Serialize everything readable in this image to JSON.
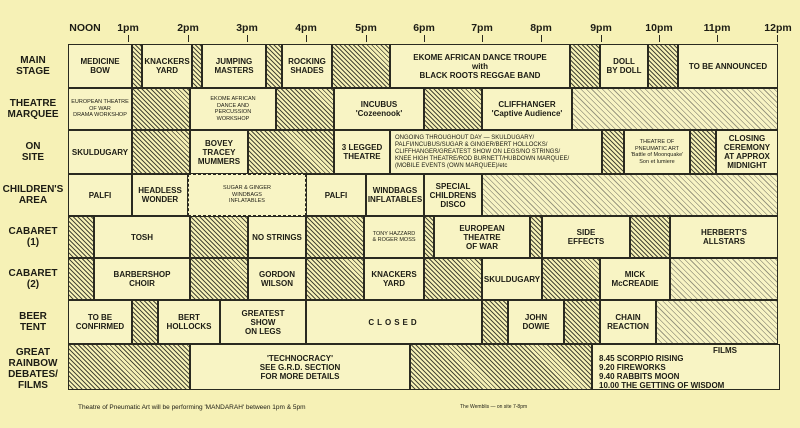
{
  "times": [
    "NOON",
    "1pm",
    "2pm",
    "3pm",
    "4pm",
    "5pm",
    "6pm",
    "7pm",
    "8pm",
    "9pm",
    "10pm",
    "11pm",
    "12pm"
  ],
  "rows": [
    {
      "id": "main-stage",
      "label": "MAIN\nSTAGE"
    },
    {
      "id": "theatre-marquee",
      "label": "THEATRE\nMARQUEE"
    },
    {
      "id": "on-site",
      "label": "ON\nSITE"
    },
    {
      "id": "childrens-area",
      "label": "CHILDREN'S\nAREA"
    },
    {
      "id": "cabaret-1",
      "label": "CABARET\n(1)"
    },
    {
      "id": "cabaret-2",
      "label": "CABARET\n(2)"
    },
    {
      "id": "beer-tent",
      "label": "BEER\nTENT"
    },
    {
      "id": "great-rainbow",
      "label": "GREAT\nRAINBOW\nDEBATES/\nFILMS"
    }
  ],
  "cells": {
    "medicine_bow": "MEDICINE\nBOW",
    "knackers_yard_main": "KNACKERS\nYARD",
    "jumping_masters": "JUMPING\nMASTERS",
    "rocking_shades": "ROCKING\nSHADES",
    "ekome": "EKOME AFRICAN DANCE TROUPE\nwith\nBLACK ROOTS REGGAE BAND",
    "doll_by_doll": "DOLL\nBY DOLL",
    "tba": "TO BE ANNOUNCED",
    "european_workshop": "EUROPEAN THEATRE\nOF WAR\nDRAMA WORKSHOP",
    "ekome_workshop": "EKOME AFRICAN\nDANCE AND\nPERCUSSION\nWORKSHOP",
    "incubus": "INCUBUS\n'Cozeenook'",
    "cliffhanger": "CLIFFHANGER\n'Captive Audience'",
    "skuldugary_onsite": "SKULDUGARY",
    "bovey": "BOVEY\nTRACEY\nMUMMERS",
    "three_legged": "3 LEGGED\nTHEATRE",
    "ongoing": "ONGOING THROUGHOUT DAY — SKULDUGARY/\nPALFI/INCUBUS/SUGAR & GINGER/BERT HOLLOCKS/\nCLIFFHANGER/GREATEST SHOW ON LEGS/NO STRINGS/\nKNEE HIGH THEATRE/ROD BURNETT/HUBDOWN MARQUEE/\n(MOBILE EVENTS (OWN MARQUEE)/etc",
    "pneumatic": "THEATRE OF\nPNEUMATIC ART\n'Battle of Moonquake'\nSon et lumiere",
    "closing": "CLOSING\nCEREMONY\nAT APPROX\nMIDNIGHT",
    "palfi_1": "PALFI",
    "headless": "HEADLESS\nWONDER",
    "sugar_ginger": "SUGAR & GINGER\nWINDBAGS\nINFLATABLES",
    "palfi_2": "PALFI",
    "windbags": "WINDBAGS\nINFLATABLES",
    "special_disco": "SPECIAL\nCHILDRENS\nDISCO",
    "tosh": "TOSH",
    "no_strings": "NO STRINGS",
    "hazzard": "TONY HAZZARD\n& ROGER MOSS",
    "european_war": "EUROPEAN\nTHEATRE\nOF WAR",
    "side_effects": "SIDE\nEFFECTS",
    "herberts": "HERBERT'S\nALLSTARS",
    "barbershop": "BARBERSHOP\nCHOIR",
    "gordon": "GORDON\nWILSON",
    "knackers_yard_cab": "KNACKERS\nYARD",
    "skuldugary_cab": "SKULDUGARY",
    "mick": "MICK\nMcCREADIE",
    "confirmed": "TO BE\nCONFIRMED",
    "bert": "BERT\nHOLLOCKS",
    "greatest_show": "GREATEST\nSHOW\nON LEGS",
    "closed": "CLOSED",
    "john_dowie": "JOHN\nDOWIE",
    "chain_reaction": "CHAIN\nREACTION",
    "technocracy": "'TECHNOCRACY'\nSEE G.R.D. SECTION\nFOR MORE DETAILS"
  },
  "films": {
    "title": "FILMS",
    "items": [
      {
        "text": "8.45   SCORPIO RISING"
      },
      {
        "text": "9.20   FIREWORKS"
      },
      {
        "text": "9.40   RABBITS MOON"
      },
      {
        "text": "10.00  THE GETTING OF WISDOM"
      }
    ]
  },
  "footnotes": {
    "pneumatic": "Theatre of Pneumatic Art will be performing 'MANDARAH' between 1pm & 5pm",
    "wemblis": "The Wemblis — on site 7-8pm"
  },
  "colors": {
    "paper": "#f6f1b6",
    "ink": "#2a2a20"
  }
}
